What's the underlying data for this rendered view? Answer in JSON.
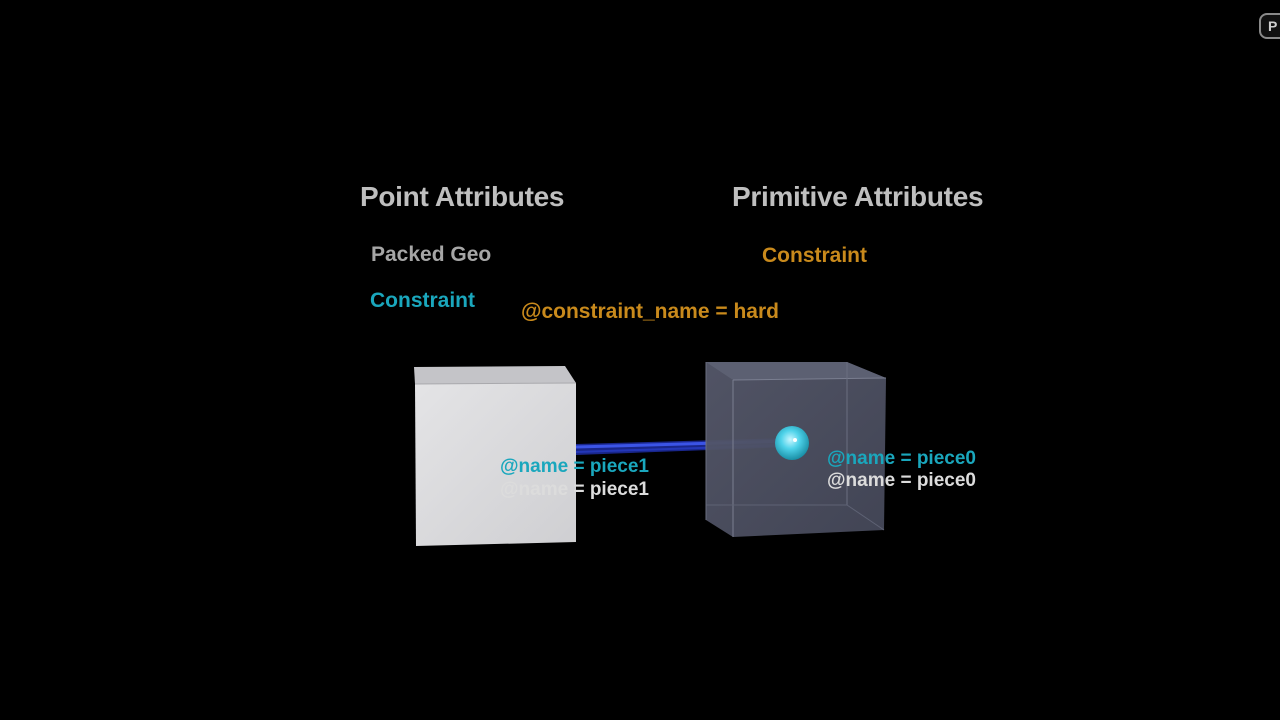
{
  "headings": {
    "point_attributes": "Point Attributes",
    "primitive_attributes": "Primitive Attributes"
  },
  "point_items": {
    "packed_geo": "Packed Geo",
    "constraint": "Constraint"
  },
  "primitive_items": {
    "constraint": "Constraint"
  },
  "constraint_expression": "@constraint_name = hard",
  "left_box": {
    "name_label_primary": "@name = piece1",
    "name_label_secondary": "@name = piece1"
  },
  "right_box": {
    "name_label_primary": "@name = piece0",
    "name_label_secondary": "@name = piece0"
  },
  "corner_button_label": "P",
  "colors": {
    "background": "#000000",
    "heading": "#bfbfbf",
    "gray_text": "#a6a6a6",
    "cyan": "#1aa7bd",
    "orange": "#c98a1c",
    "white_text": "#dcdcdc",
    "constraint_line": "#2a3fd0"
  }
}
